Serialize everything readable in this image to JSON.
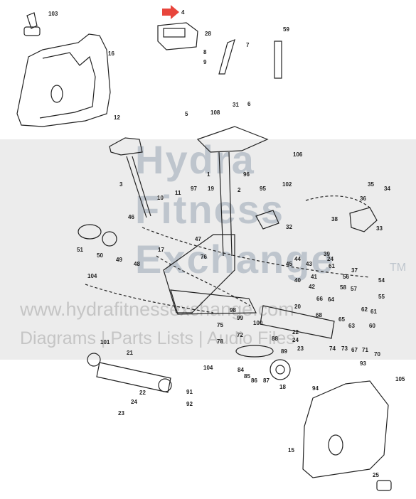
{
  "watermark": {
    "line1": "Hydra",
    "line2": "Fitness",
    "line3": "Exchange",
    "trademark": "TM",
    "url": "www.hydrafitnessexchange.com",
    "tagline": "Diagrams | Parts Lists | Audio Files"
  },
  "callouts": [
    "4",
    "103",
    "16",
    "28",
    "59",
    "8",
    "9",
    "108",
    "31",
    "6",
    "5",
    "7",
    "106",
    "12",
    "3",
    "46",
    "96",
    "2",
    "95",
    "102",
    "10",
    "1",
    "11",
    "97",
    "19",
    "35",
    "36",
    "34",
    "38",
    "32",
    "33",
    "51",
    "50",
    "49",
    "48",
    "47",
    "17",
    "76",
    "45",
    "44",
    "43",
    "39",
    "24",
    "61",
    "40",
    "41",
    "42",
    "56",
    "37",
    "54",
    "55",
    "58",
    "57",
    "66",
    "64",
    "65",
    "62",
    "61",
    "60",
    "63",
    "20",
    "22",
    "24",
    "23",
    "74",
    "73",
    "67",
    "71",
    "70",
    "68",
    "98",
    "75",
    "99",
    "72",
    "100",
    "88",
    "104",
    "104",
    "101",
    "21",
    "22",
    "24",
    "23",
    "91",
    "92",
    "89",
    "84",
    "85",
    "86",
    "87",
    "18",
    "78",
    "93",
    "94",
    "105",
    "15",
    "25"
  ],
  "highlight": {
    "color": "#e8453c"
  }
}
